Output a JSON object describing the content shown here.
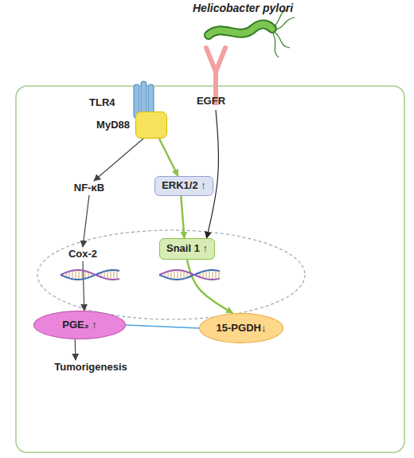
{
  "diagram": {
    "nodes": [
      {
        "text": [
          "MyD88"
        ]
      },
      {
        "text": [
          "EGFR"
        ]
      },
      {
        "text": [
          "NF-κB"
        ]
      },
      {
        "text": [
          "ERK1/2 ↑"
        ]
      },
      {
        "text": [
          "Cox-2"
        ]
      },
      {
        "text": [
          "Snail 1 ↑"
        ]
      },
      {
        "text": [
          "PGE₂ ↑"
        ]
      },
      {
        "text": [
          "15-PGDH↓"
        ]
      },
      {
        "text": [
          "Tumorigenesis"
        ]
      }
    ],
    "edges": [
      {
        "from": 0,
        "to": 2,
        "arrow": "to"
      },
      {
        "from": 0,
        "to": 3,
        "arrow": "to"
      },
      {
        "from": 1,
        "to": 5,
        "arrow": "to"
      },
      {
        "from": 2,
        "to": 4,
        "arrow": "to"
      },
      {
        "from": 3,
        "to": 5,
        "arrow": "to"
      },
      {
        "from": 4,
        "to": 6,
        "arrow": "to"
      },
      {
        "from": 5,
        "to": 7,
        "arrow": "to"
      },
      {
        "from": 6,
        "to": 7,
        "arrow": "none"
      },
      {
        "from": 6,
        "to": 8,
        "arrow": "to"
      }
    ],
    "labels": [
      "Helicobacter pylori",
      "TLR4"
    ]
  }
}
